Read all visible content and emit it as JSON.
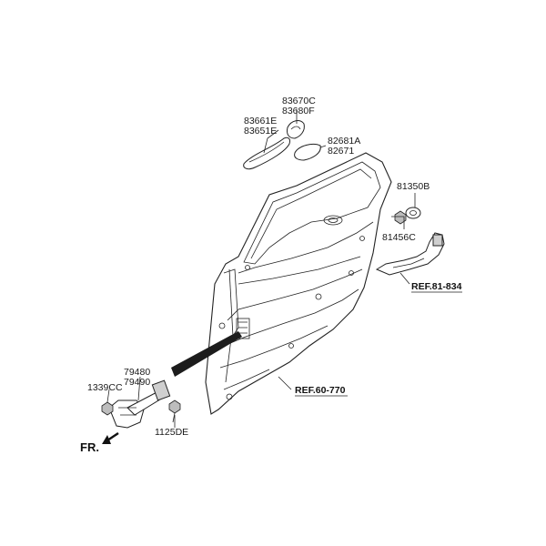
{
  "labels": {
    "p83670C": "83670C",
    "p83680F": "83680F",
    "p83661E": "83661E",
    "p83651E": "83651E",
    "p82681A": "82681A",
    "p82671": "82671",
    "p81350B": "81350B",
    "p81456C": "81456C",
    "ref81": "REF.81-834",
    "ref60": "REF.60-770",
    "p79480": "79480",
    "p79490": "79490",
    "p1339CC": "1339CC",
    "p1125DE": "1125DE",
    "fr": "FR."
  },
  "icons": {
    "front_direction": "arrow-lower-left-icon"
  },
  "colors": {
    "line": "#222222",
    "shade": "#cfcfcf",
    "band": "#1c1c1c"
  }
}
